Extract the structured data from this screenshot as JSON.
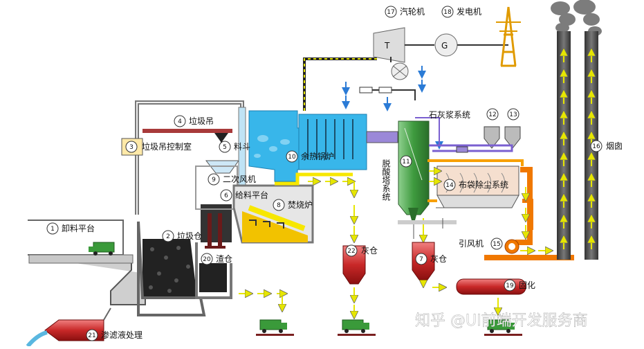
{
  "labels": {
    "turbine": {
      "num": "17",
      "text": "汽轮机"
    },
    "generator": {
      "num": "18",
      "text": "发电机"
    },
    "crane": {
      "num": "4",
      "text": "垃圾吊"
    },
    "control": {
      "num": "3",
      "text": "垃圾吊控制室"
    },
    "hopper": {
      "num": "5",
      "text": "料斗"
    },
    "secondary_fan": {
      "num": "9",
      "text": "二次风机"
    },
    "feed_platform": {
      "num": "6",
      "text": "给料平台"
    },
    "incinerator": {
      "num": "8",
      "text": "焚烧炉"
    },
    "boiler": {
      "num": "10",
      "text": "余热锅炉"
    },
    "unloading": {
      "num": "1",
      "text": "卸料平台"
    },
    "pit": {
      "num": "2",
      "text": "垃圾仓"
    },
    "slag": {
      "num": "20",
      "text": "渣仓"
    },
    "ash_bin": {
      "num": "22",
      "text": "灰仓"
    },
    "ash_bin2": {
      "num": "7",
      "text": "灰仓"
    },
    "lime": {
      "text": "石灰浆系统"
    },
    "n12": {
      "num": "12"
    },
    "n13": {
      "num": "13"
    },
    "desulf": {
      "num": "11",
      "text": "脱酸塔系统"
    },
    "baghouse": {
      "num": "14",
      "text": "布袋除尘系统"
    },
    "chimney": {
      "num": "16",
      "text": "烟囱"
    },
    "id_fan": {
      "num": "15",
      "text": "引风机"
    },
    "solidify": {
      "num": "19",
      "text": "固化"
    },
    "leachate": {
      "num": "21",
      "text": "渗滤液处理"
    }
  },
  "equipment": {
    "turbine_letter": "T",
    "generator_letter": "G"
  },
  "watermark": "知乎 @UI前端开发服务商"
}
